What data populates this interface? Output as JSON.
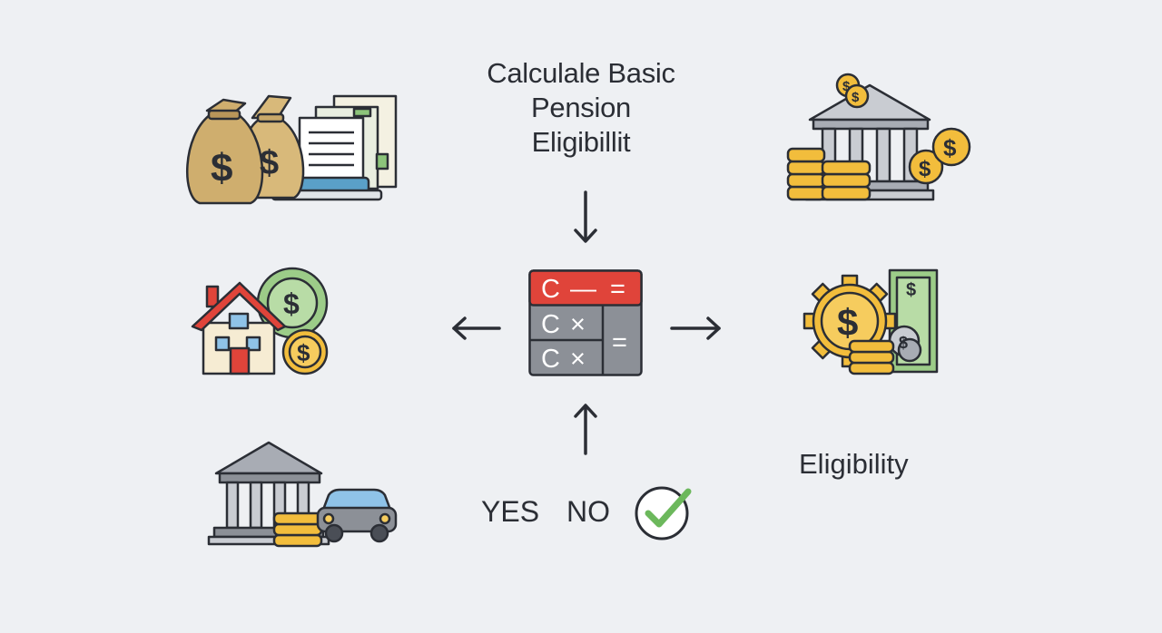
{
  "title": {
    "line1": "Calculale Basic",
    "line2": "Pension",
    "line3": "Eligibillit"
  },
  "eligibility_label": "Eligibility",
  "answers": {
    "yes": "YES",
    "no": "NO"
  },
  "calculator": {
    "row1": {
      "left": "C",
      "mid": "—",
      "right": "="
    },
    "row2": {
      "left": "C",
      "mid": "×"
    },
    "row3": {
      "left": "C",
      "mid": "×"
    },
    "side": "="
  },
  "icons": {
    "money-bags-documents": "money-bags-with-documents-icon",
    "bank-coins": "bank-with-coins-icon",
    "house-coins": "house-with-coins-icon",
    "gear-cash": "coin-gear-with-cash-icon",
    "bank-car": "bank-with-car-icon",
    "check": "check-circle-icon"
  },
  "colors": {
    "background": "#eef0f3",
    "gold": "#f2bd3c",
    "green": "#8cc47a",
    "red": "#e0443a",
    "calc_grey": "#8c9097",
    "ink": "#2b2e35"
  }
}
